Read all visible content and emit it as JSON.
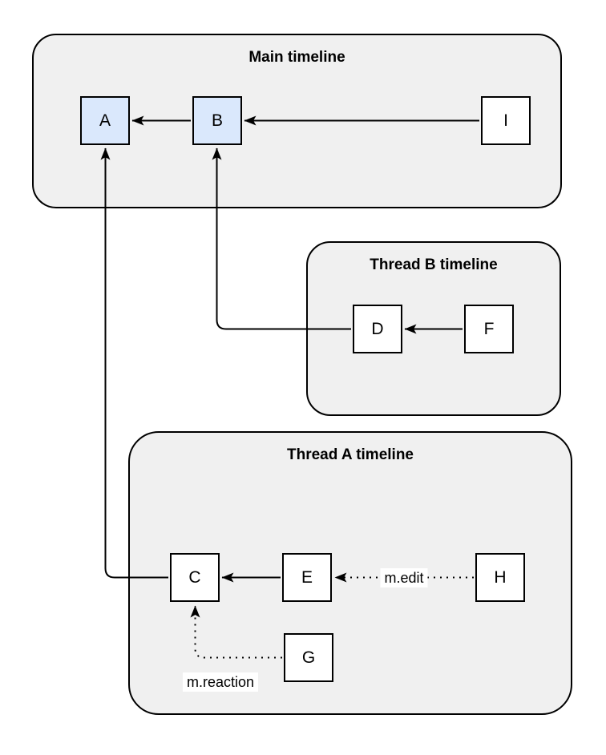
{
  "diagram": {
    "containers": [
      {
        "id": "main",
        "title": "Main timeline"
      },
      {
        "id": "thread_b",
        "title": "Thread B timeline"
      },
      {
        "id": "thread_a",
        "title": "Thread A timeline"
      }
    ],
    "events": {
      "A": {
        "label": "A",
        "container": "main",
        "highlighted": true
      },
      "B": {
        "label": "B",
        "container": "main",
        "highlighted": true
      },
      "I": {
        "label": "I",
        "container": "main",
        "highlighted": false
      },
      "D": {
        "label": "D",
        "container": "thread_b",
        "highlighted": false
      },
      "F": {
        "label": "F",
        "container": "thread_b",
        "highlighted": false
      },
      "C": {
        "label": "C",
        "container": "thread_a",
        "highlighted": false
      },
      "E": {
        "label": "E",
        "container": "thread_a",
        "highlighted": false
      },
      "H": {
        "label": "H",
        "container": "thread_a",
        "highlighted": false
      },
      "G": {
        "label": "G",
        "container": "thread_a",
        "highlighted": false
      }
    },
    "edges": [
      {
        "from": "B",
        "to": "A",
        "style": "solid"
      },
      {
        "from": "I",
        "to": "B",
        "style": "solid"
      },
      {
        "from": "F",
        "to": "D",
        "style": "solid"
      },
      {
        "from": "D",
        "to": "B",
        "style": "solid"
      },
      {
        "from": "E",
        "to": "C",
        "style": "solid"
      },
      {
        "from": "C",
        "to": "A",
        "style": "solid"
      },
      {
        "from": "H",
        "to": "E",
        "style": "dotted",
        "label": "m.edit"
      },
      {
        "from": "G",
        "to": "C",
        "style": "dotted",
        "label": "m.reaction"
      }
    ],
    "colors": {
      "background": "#ffffff",
      "container_fill": "#f0f0f0",
      "event_fill": "#ffffff",
      "highlight_fill": "#dae8fc",
      "stroke": "#000000"
    }
  }
}
